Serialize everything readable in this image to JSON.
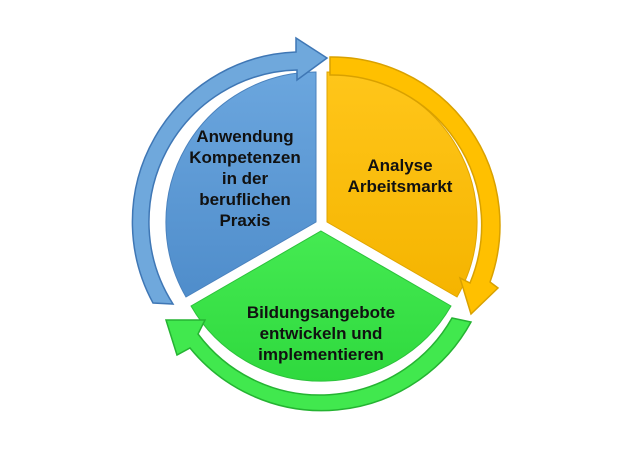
{
  "diagram": {
    "segments": [
      {
        "id": "blue",
        "lines": [
          "Anwendung",
          "Kompetenzen",
          "in der",
          "beruflichen",
          "Praxis"
        ],
        "color": "#5B9BD5",
        "arrow_color": "#6FA8DC"
      },
      {
        "id": "orange",
        "lines": [
          "Analyse",
          "Arbeitsmarkt"
        ],
        "color": "#FFC000",
        "arrow_color": "#FFC000"
      },
      {
        "id": "green",
        "lines": [
          "Bildungsangebote",
          "entwickeln und",
          "implementieren"
        ],
        "color": "#3CE64A",
        "arrow_color": "#41E84E"
      }
    ]
  }
}
